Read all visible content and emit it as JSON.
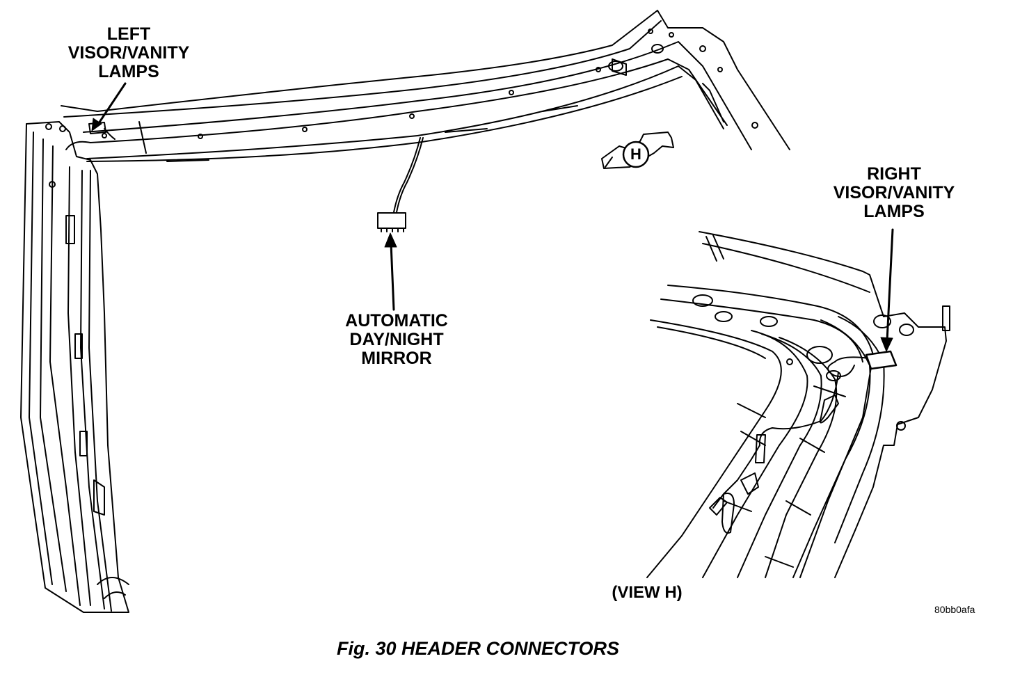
{
  "labels": {
    "left_lamps": "LEFT\nVISOR/VANITY\nLAMPS",
    "right_lamps": "RIGHT\nVISOR/VANITY\nLAMPS",
    "mirror": "AUTOMATIC\nDAY/NIGHT\nMIRROR",
    "view_marker": "H",
    "view_label": "(VIEW H)",
    "image_code": "80bb0afa"
  },
  "caption": "Fig. 30 HEADER CONNECTORS",
  "colors": {
    "ink": "#000000",
    "paper": "#ffffff"
  }
}
